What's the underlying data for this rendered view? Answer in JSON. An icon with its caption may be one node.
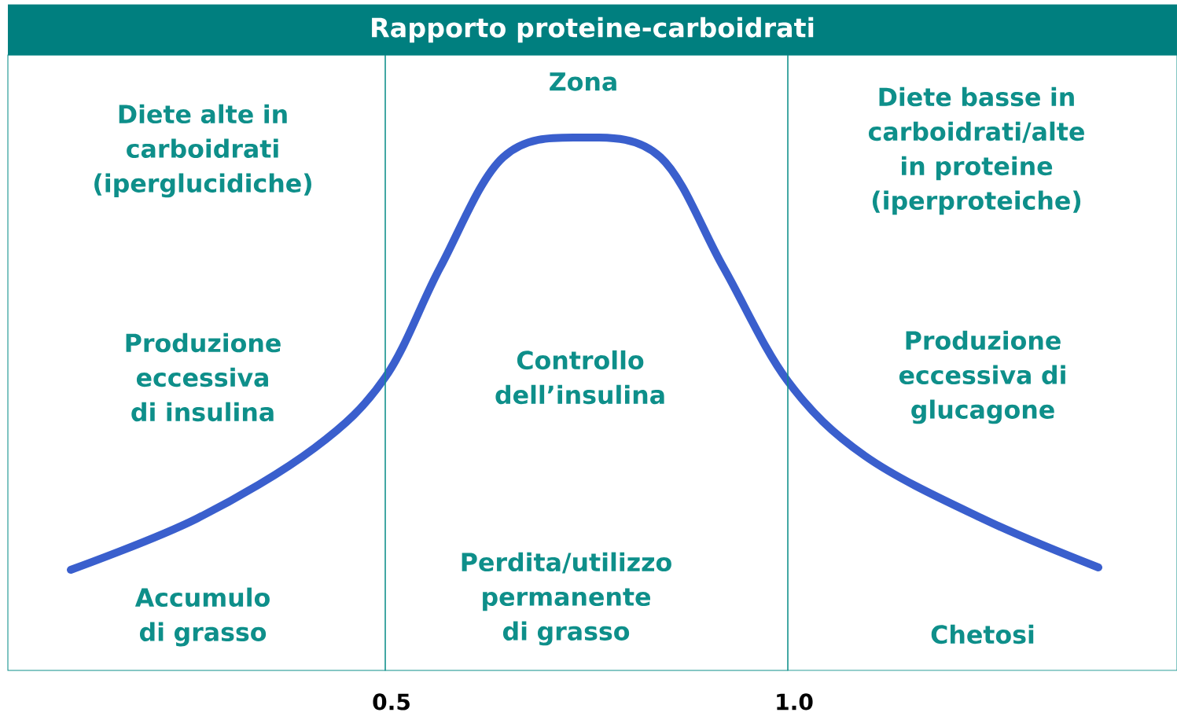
{
  "diagram": {
    "title": "Rapporto proteine-carboidrati",
    "nodes": [
      {
        "text": [
          "Diete alte in carboidrati (iperglucidiche)",
          "Produzione eccessiva di insulina",
          "Accumulo di grasso"
        ]
      },
      {
        "text": [
          "Zona",
          "Controllo dell’insulina",
          "Perdita/utilizzo permanente di grasso"
        ]
      },
      {
        "text": [
          "Diete basse in carboidrati/alte in proteine (iperproteiche)",
          "Produzione eccessiva di glucagone",
          "Chetosi"
        ]
      }
    ],
    "labels": [
      "0.5",
      "1.0"
    ]
  }
}
